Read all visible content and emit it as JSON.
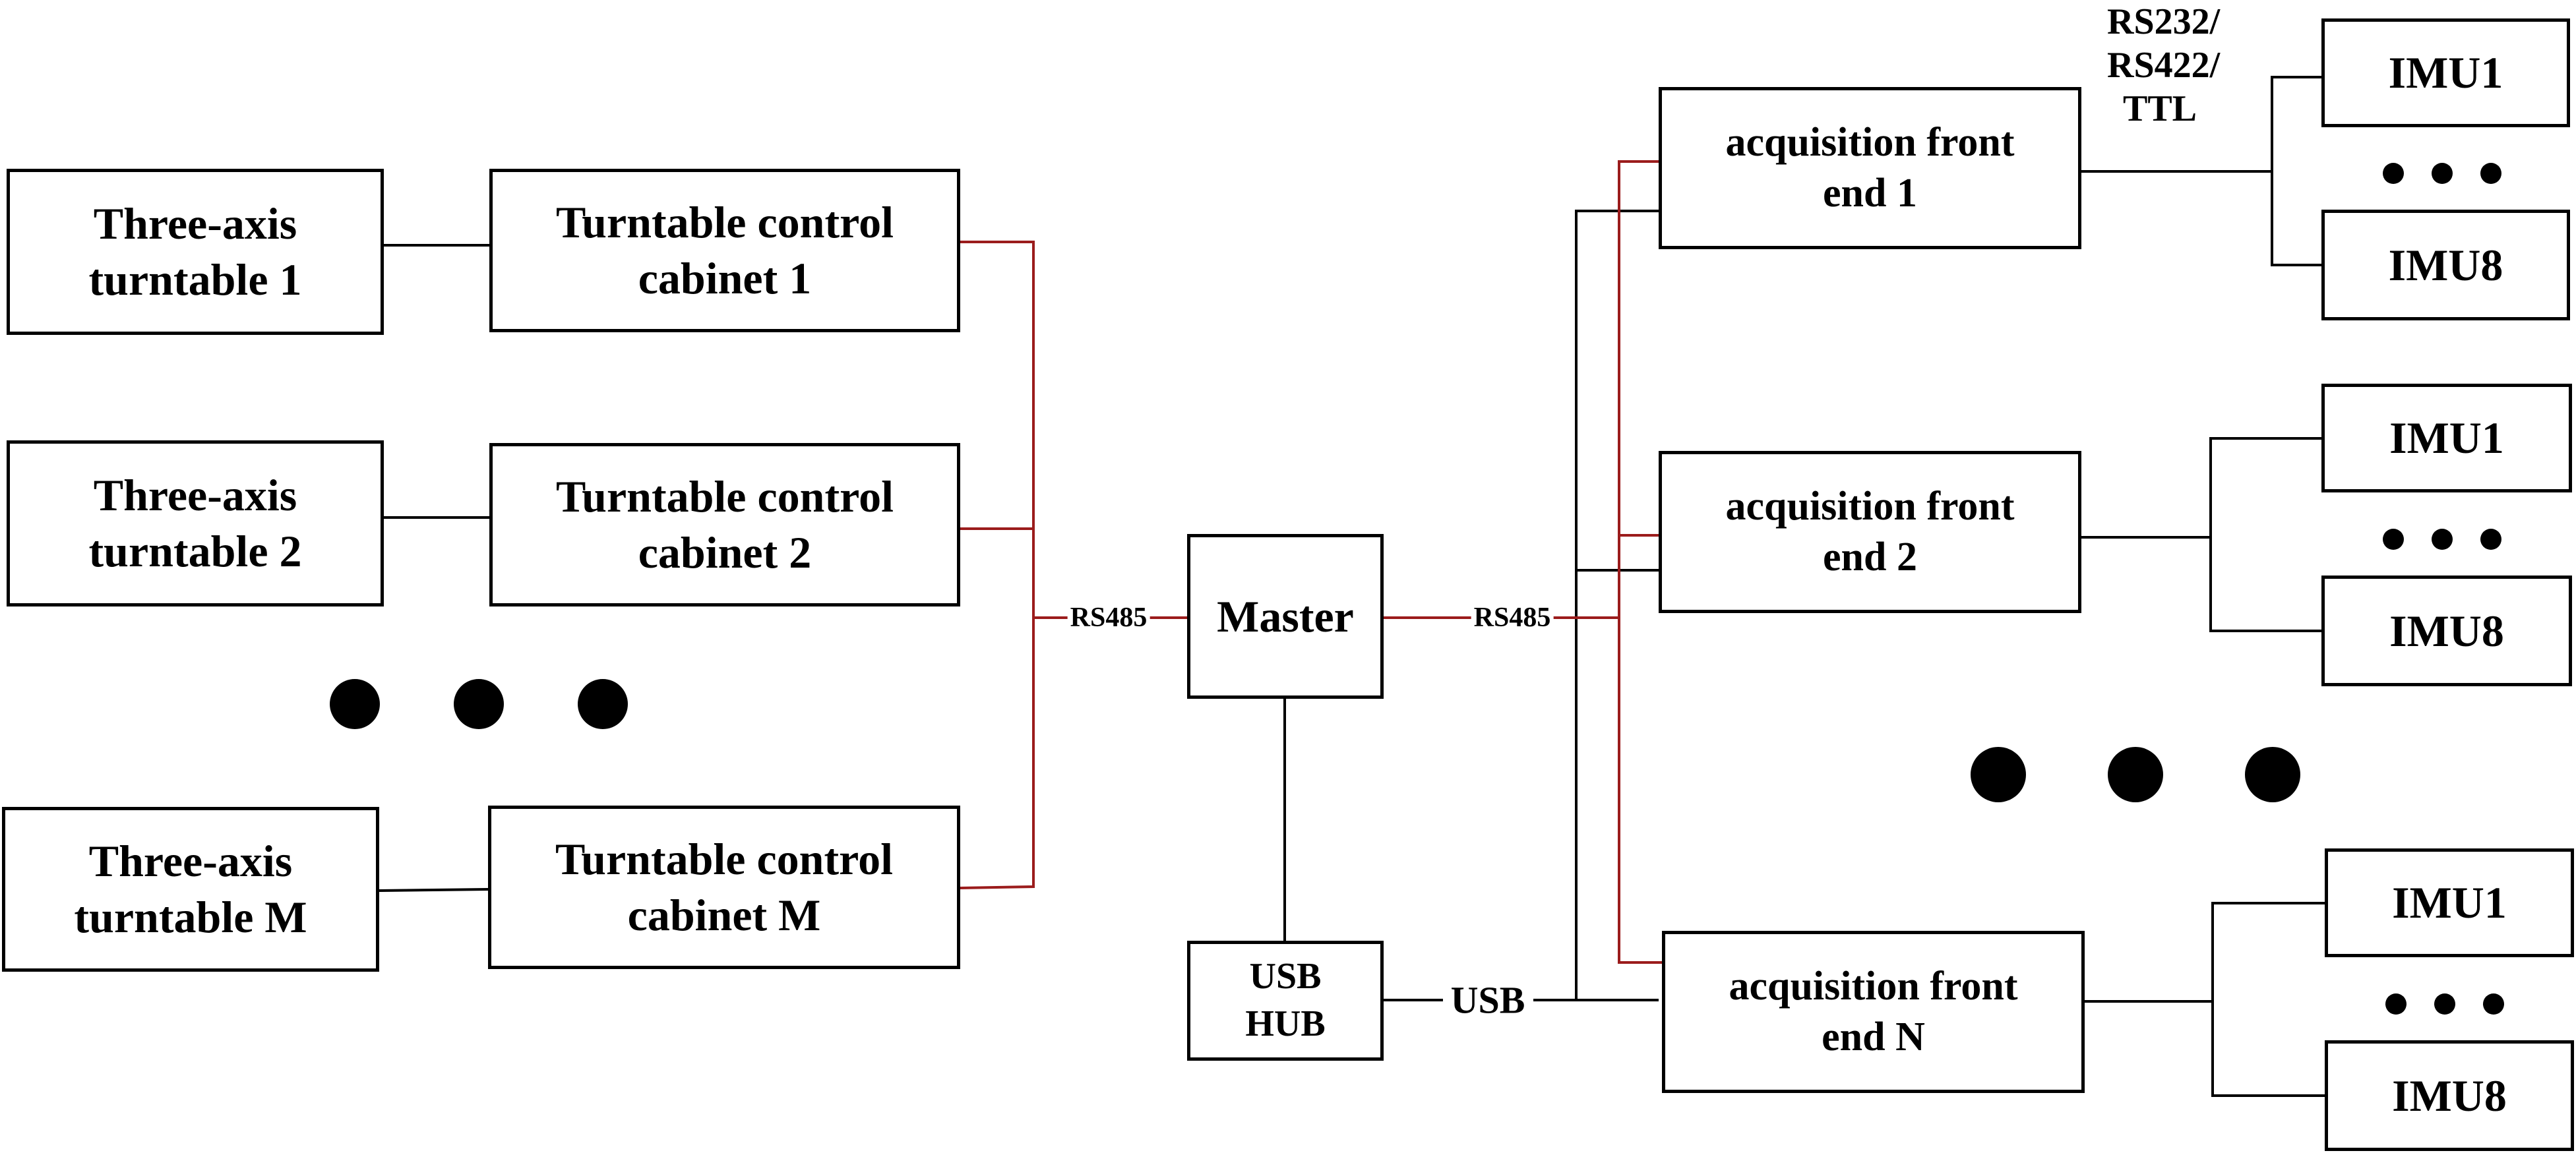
{
  "colors": {
    "line": "#000000",
    "rs485_line": "#9b1c1c"
  },
  "turntables": [
    {
      "label": "Three-axis\nturntable 1"
    },
    {
      "label": "Three-axis\nturntable 2"
    },
    {
      "label": "Three-axis\nturntable M"
    }
  ],
  "cabinets": [
    {
      "label": "Turntable control\ncabinet 1"
    },
    {
      "label": "Turntable control\ncabinet 2"
    },
    {
      "label": "Turntable control\ncabinet M"
    }
  ],
  "master": {
    "label": "Master"
  },
  "usb_hub": {
    "label": "USB\nHUB"
  },
  "front_ends": [
    {
      "label": "acquisition front\nend 1"
    },
    {
      "label": "acquisition front\nend 2"
    },
    {
      "label": "acquisition front\nend N"
    }
  ],
  "imus": {
    "first": "IMU1",
    "last": "IMU8"
  },
  "links": {
    "rs485_left": "RS485",
    "rs485_right": "RS485",
    "usb": "USB",
    "serial": "RS232/\nRS422/\nTTL"
  }
}
